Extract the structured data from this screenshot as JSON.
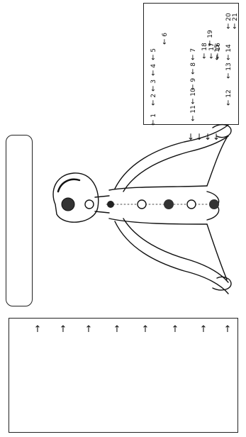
{
  "top_panel": {
    "heading_line1": "",
    "heading_line2": "",
    "numbers": [
      "1",
      "2",
      "3",
      "4",
      "5",
      "6",
      "7",
      "8",
      "9",
      "10",
      "11",
      "12",
      "13",
      "14",
      "15",
      "16",
      "17",
      "18",
      "19",
      "20",
      "21"
    ]
  },
  "legend": {
    "labels": [
      "",
      "",
      "",
      ""
    ]
  },
  "title": {
    "text": ""
  },
  "chakras": {
    "labels": [
      "",
      "",
      "",
      "",
      "",
      "",
      "",
      ""
    ]
  }
}
